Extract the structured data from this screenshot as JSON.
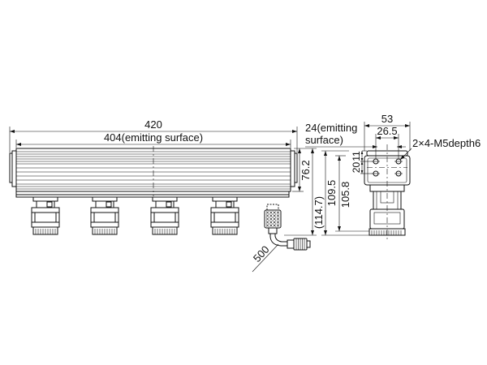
{
  "front_view": {
    "overall_length": "420",
    "emitting_length": "404(emitting surface)",
    "body_height": "76.2",
    "overall_height": "(114.7)",
    "cable_length": "500"
  },
  "side_view": {
    "overall_width": "53",
    "hole_pitch": "26.5",
    "emitting_width_line1": "24(emitting",
    "emitting_width_line2": "surface)",
    "mounting_holes": "2×4-M5depth6",
    "hole_offset_top": "11",
    "hole_pitch_vertical": "20",
    "overall_height": "109.5",
    "body_height": "105.8"
  }
}
